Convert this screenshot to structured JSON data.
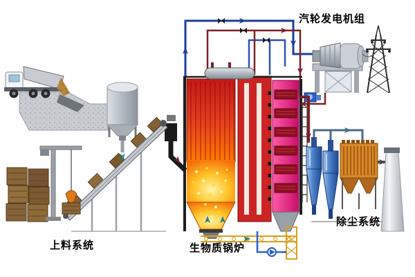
{
  "diagram": {
    "labels": {
      "feeding_system": "上料系统",
      "biomass_boiler": "生物质锅炉",
      "turbine_generator": "汽轮发电机组",
      "dust_removal": "除尘系统"
    },
    "colors": {
      "steam_pipe_blue": "#1c3e9e",
      "pipe_maroon": "#7c2128",
      "furnace_red": "#e8431c",
      "flame_yellow": "#ffc428",
      "heat_exchanger_magenta": "#e01878",
      "cyclone_blue": "#4a7fc8",
      "filter_orange": "#d8882a",
      "steel_gray": "#b2b8c0",
      "bale_brown": "#8a6537",
      "ash_conveyor_yellow": "#d8a020",
      "flow_arrow_teal": "#2a8080"
    }
  }
}
